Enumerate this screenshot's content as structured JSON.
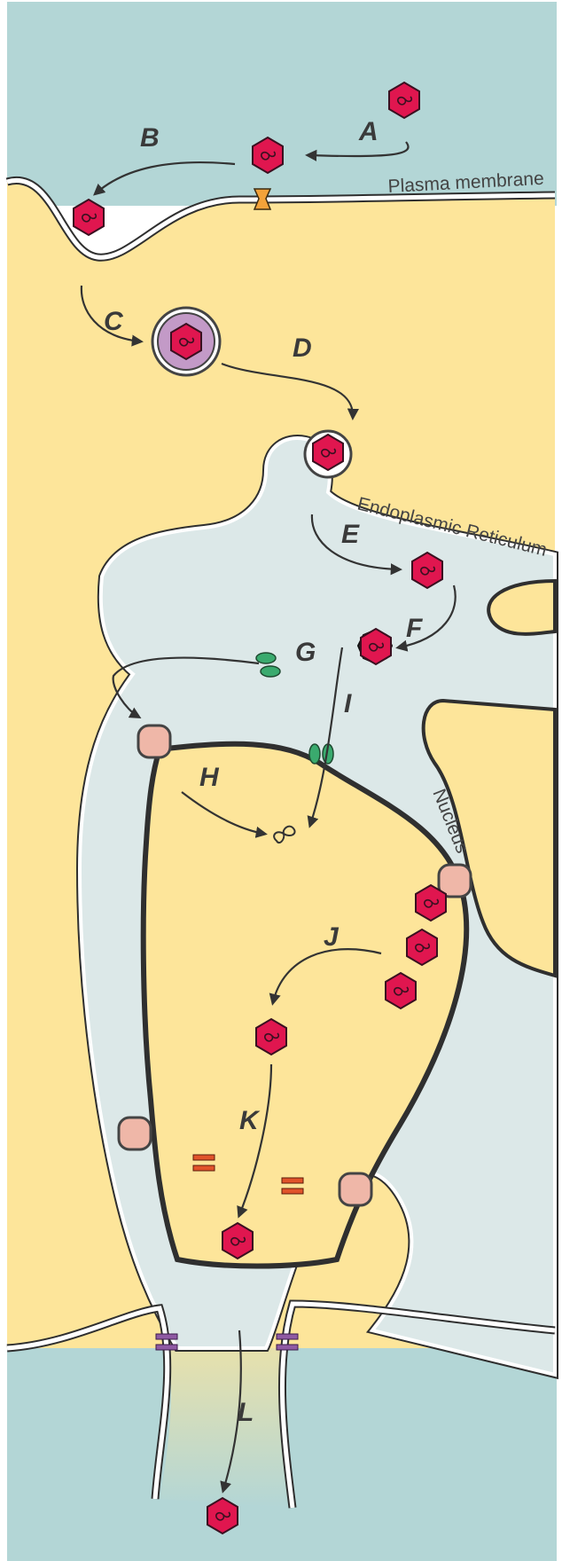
{
  "structure_labels": {
    "plasma_membrane": "Plasma membrane",
    "endoplasmic_reticulum": "Endoplasmic Reticulum",
    "nucleus": "Nucleus"
  },
  "step_labels": {
    "a": "A",
    "b": "B",
    "c": "C",
    "d": "D",
    "e": "E",
    "f": "F",
    "g": "G",
    "h": "H",
    "i": "I",
    "j": "J",
    "k": "K",
    "l": "L"
  },
  "colors": {
    "extracellular": "#b3d6d6",
    "cytoplasm": "#fde59a",
    "er_lumen": "#dce8e8",
    "virion": "#e0164f",
    "endosome": "#c39ac7",
    "receptor": "#f3a23a",
    "nuclear_pore": "#efb7a8",
    "transporter_green": "#3aaa6e",
    "channel_orange": "#e0532a",
    "channel_purple": "#8f5aa3"
  }
}
